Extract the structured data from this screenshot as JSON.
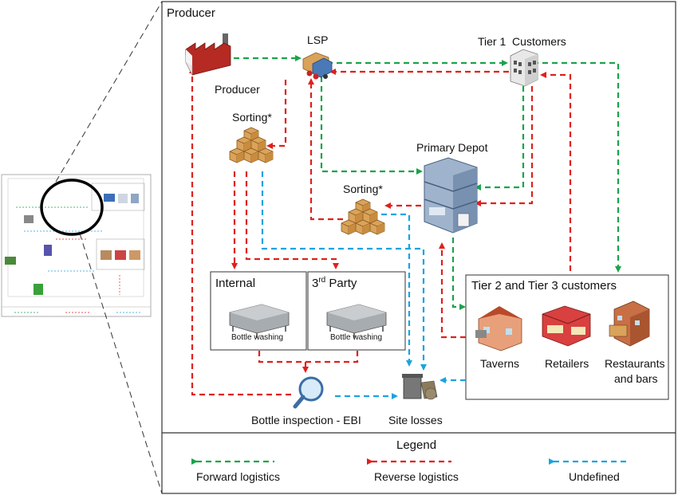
{
  "frame_title": "Producer",
  "nodes": {
    "producer": "Producer",
    "lsp": "LSP",
    "tier1": "Tier 1  Customers",
    "sorting_left": "Sorting*",
    "sorting_center": "Sorting*",
    "primary_depot": "Primary Depot",
    "internal": "Internal",
    "third_party_base": "3",
    "third_party_sup": "rd",
    "third_party_rest": " Party",
    "bottle_washing_internal": "Bottle washing",
    "bottle_washing_third": "Bottle washing",
    "tier23": "Tier 2 and Tier 3 customers",
    "taverns": "Taverns",
    "retailers": "Retailers",
    "restaurants_line1": "Restaurants",
    "restaurants_line2": "and bars",
    "bottle_inspection": "Bottle inspection - EBI",
    "site_losses": "Site losses"
  },
  "legend": {
    "title": "Legend",
    "forward": "Forward logistics",
    "reverse": "Reverse logistics",
    "undefined": "Undefined"
  },
  "colors": {
    "forward": "#1aa34a",
    "reverse": "#e0201c",
    "undefined": "#1aa3e0"
  },
  "icons": {
    "producer": "factory-icon",
    "lsp": "delivery-truck-icon",
    "tier1": "office-building-icon",
    "sorting": "boxes-stack-icon",
    "depot": "warehouse-building-icon",
    "washing": "washing-machine-icon",
    "inspection": "magnifier-icon",
    "losses": "waste-bin-icon",
    "taverns": "tavern-icon",
    "retailers": "shop-icon",
    "restaurants": "restaurant-icon"
  }
}
